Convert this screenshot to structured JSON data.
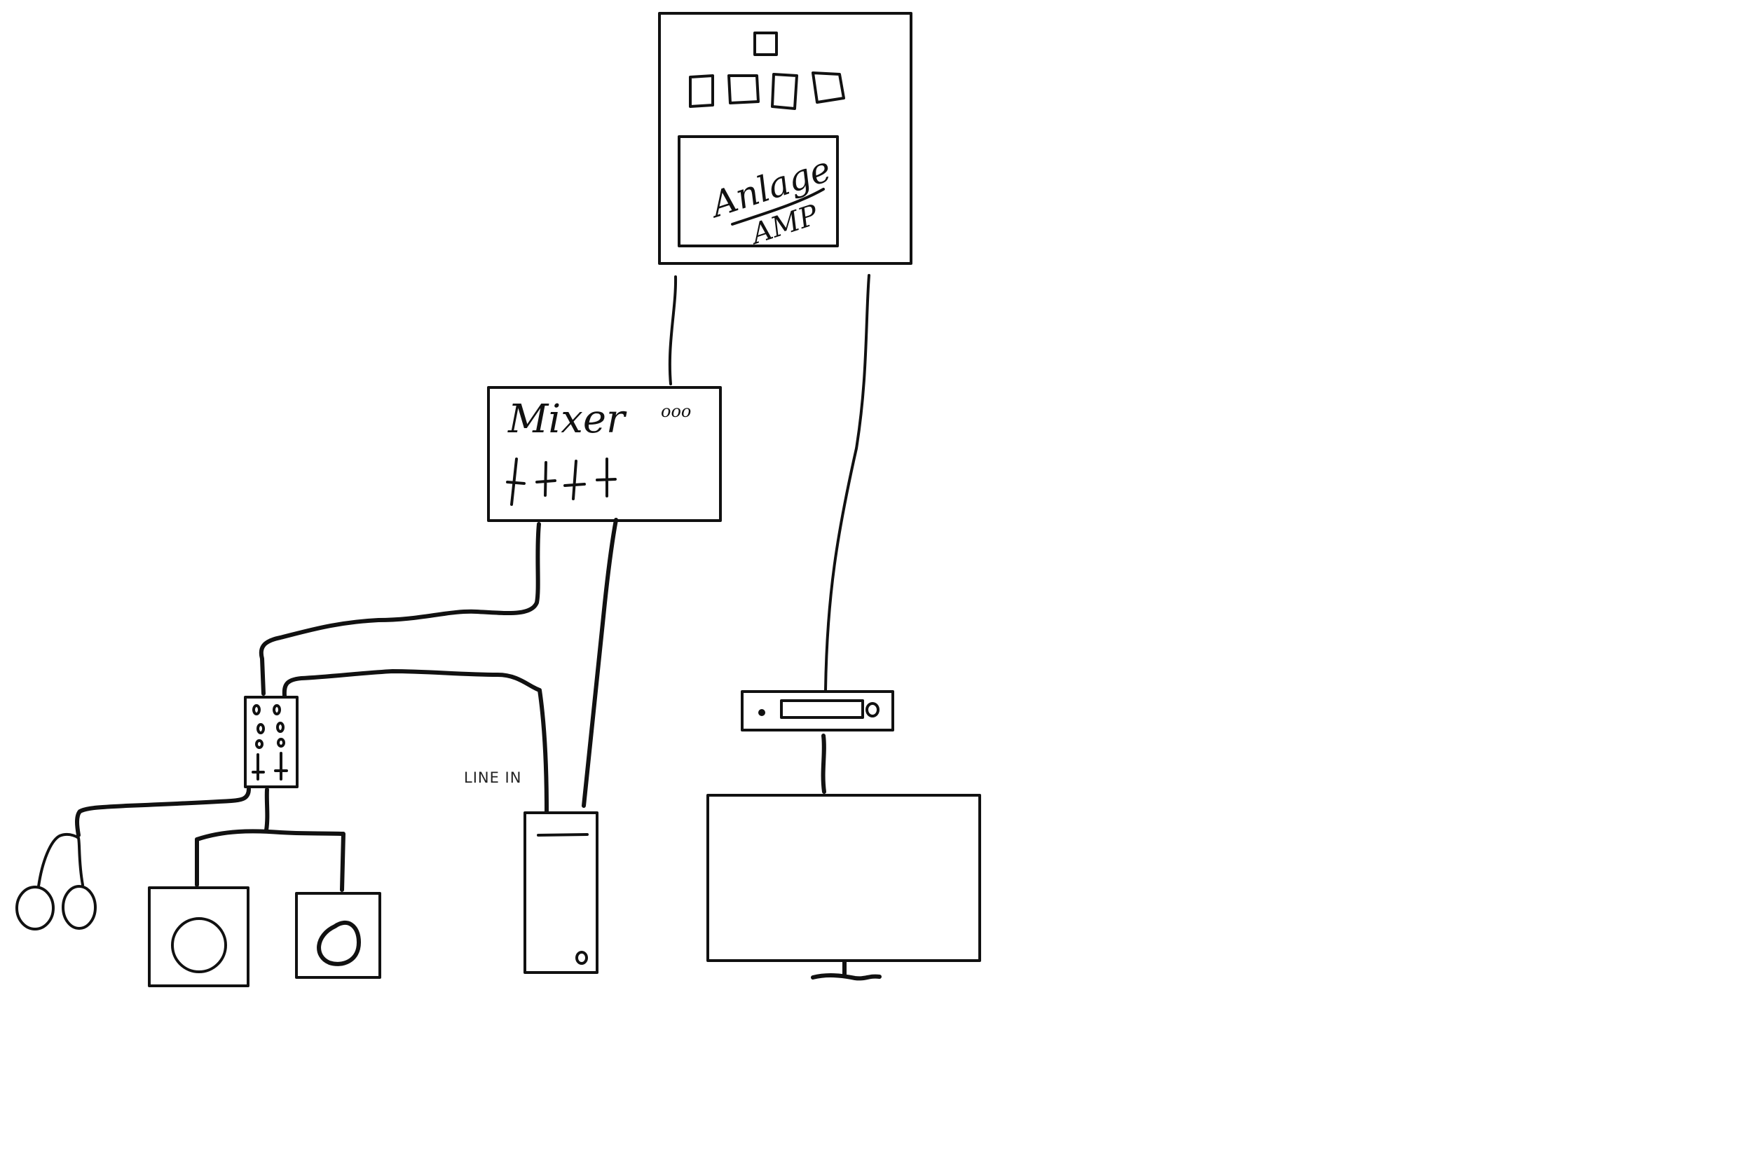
{
  "amp": {
    "line1": "Anlage",
    "line2": "AMP"
  },
  "mixer": {
    "label": "Mixer",
    "knobs": "ooo"
  },
  "computer": {
    "input_label": "LINE IN"
  },
  "colors": {
    "ink": "#111111",
    "background": "#ffffff"
  }
}
